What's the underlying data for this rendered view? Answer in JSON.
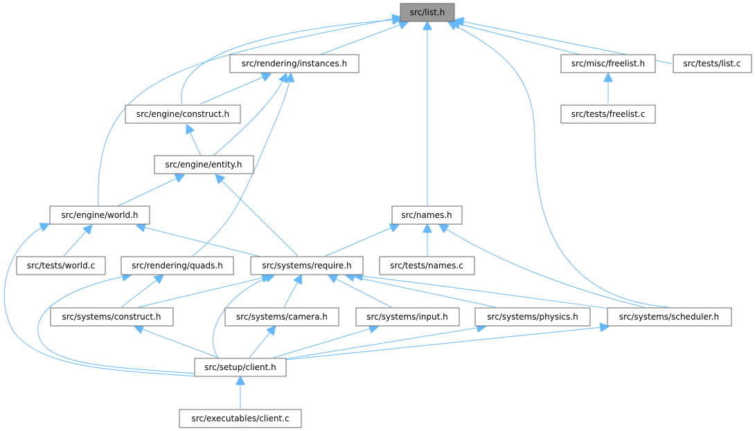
{
  "graph": {
    "root_node": "n_list_h",
    "colors": {
      "root_fill": "#999999",
      "node_fill": "#ffffff",
      "node_border": "#666666",
      "edge": "#63b8ff"
    },
    "nodes": [
      {
        "id": "n_list_h",
        "label": "src/list.h"
      },
      {
        "id": "n_instances_h",
        "label": "src/rendering/instances.h"
      },
      {
        "id": "n_freelist_h",
        "label": "src/misc/freelist.h"
      },
      {
        "id": "n_tests_list_c",
        "label": "src/tests/list.c"
      },
      {
        "id": "n_construct_h",
        "label": "src/engine/construct.h"
      },
      {
        "id": "n_tests_freelist_c",
        "label": "src/tests/freelist.c"
      },
      {
        "id": "n_entity_h",
        "label": "src/engine/entity.h"
      },
      {
        "id": "n_world_h",
        "label": "src/engine/world.h"
      },
      {
        "id": "n_names_h",
        "label": "src/names.h"
      },
      {
        "id": "n_tests_world_c",
        "label": "src/tests/world.c"
      },
      {
        "id": "n_quads_h",
        "label": "src/rendering/quads.h"
      },
      {
        "id": "n_require_h",
        "label": "src/systems/require.h"
      },
      {
        "id": "n_tests_names_c",
        "label": "src/tests/names.c"
      },
      {
        "id": "n_sys_construct_h",
        "label": "src/systems/construct.h"
      },
      {
        "id": "n_camera_h",
        "label": "src/systems/camera.h"
      },
      {
        "id": "n_input_h",
        "label": "src/systems/input.h"
      },
      {
        "id": "n_physics_h",
        "label": "src/systems/physics.h"
      },
      {
        "id": "n_scheduler_h",
        "label": "src/systems/scheduler.h"
      },
      {
        "id": "n_client_h",
        "label": "src/setup/client.h"
      },
      {
        "id": "n_client_c",
        "label": "src/executables/client.c"
      }
    ],
    "edges": [
      {
        "from": "n_instances_h",
        "to": "n_list_h"
      },
      {
        "from": "n_freelist_h",
        "to": "n_list_h"
      },
      {
        "from": "n_tests_list_c",
        "to": "n_list_h"
      },
      {
        "from": "n_construct_h",
        "to": "n_list_h"
      },
      {
        "from": "n_world_h",
        "to": "n_list_h"
      },
      {
        "from": "n_names_h",
        "to": "n_list_h"
      },
      {
        "from": "n_scheduler_h",
        "to": "n_list_h"
      },
      {
        "from": "n_construct_h",
        "to": "n_instances_h"
      },
      {
        "from": "n_entity_h",
        "to": "n_instances_h"
      },
      {
        "from": "n_quads_h",
        "to": "n_instances_h"
      },
      {
        "from": "n_tests_freelist_c",
        "to": "n_freelist_h"
      },
      {
        "from": "n_entity_h",
        "to": "n_construct_h"
      },
      {
        "from": "n_world_h",
        "to": "n_entity_h"
      },
      {
        "from": "n_require_h",
        "to": "n_entity_h"
      },
      {
        "from": "n_tests_world_c",
        "to": "n_world_h"
      },
      {
        "from": "n_require_h",
        "to": "n_world_h"
      },
      {
        "from": "n_client_h",
        "to": "n_world_h"
      },
      {
        "from": "n_require_h",
        "to": "n_names_h"
      },
      {
        "from": "n_tests_names_c",
        "to": "n_names_h"
      },
      {
        "from": "n_scheduler_h",
        "to": "n_names_h"
      },
      {
        "from": "n_sys_construct_h",
        "to": "n_quads_h"
      },
      {
        "from": "n_client_h",
        "to": "n_quads_h"
      },
      {
        "from": "n_sys_construct_h",
        "to": "n_require_h"
      },
      {
        "from": "n_camera_h",
        "to": "n_require_h"
      },
      {
        "from": "n_input_h",
        "to": "n_require_h"
      },
      {
        "from": "n_physics_h",
        "to": "n_require_h"
      },
      {
        "from": "n_scheduler_h",
        "to": "n_require_h"
      },
      {
        "from": "n_client_h",
        "to": "n_require_h"
      },
      {
        "from": "n_client_h",
        "to": "n_sys_construct_h"
      },
      {
        "from": "n_client_h",
        "to": "n_camera_h"
      },
      {
        "from": "n_client_h",
        "to": "n_input_h"
      },
      {
        "from": "n_client_h",
        "to": "n_physics_h"
      },
      {
        "from": "n_client_h",
        "to": "n_scheduler_h"
      },
      {
        "from": "n_client_c",
        "to": "n_client_h"
      }
    ]
  }
}
